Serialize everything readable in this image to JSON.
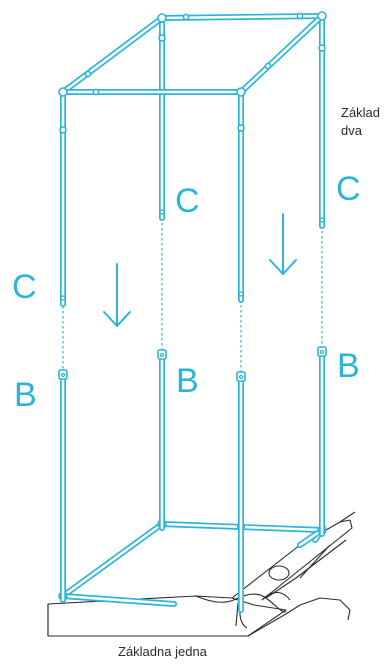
{
  "labels": {
    "part_c": "C",
    "part_b": "B",
    "base_two_line1": "Základ",
    "base_two_line2": "dva",
    "base_one": "Základna jedna"
  },
  "colors": {
    "tube": "#2bb5d8",
    "tube_light": "#e8f7fc",
    "line": "#2b2b2b",
    "part_label": "#2bb5d8"
  },
  "icons": {
    "arrow": "down-arrow-icon"
  }
}
